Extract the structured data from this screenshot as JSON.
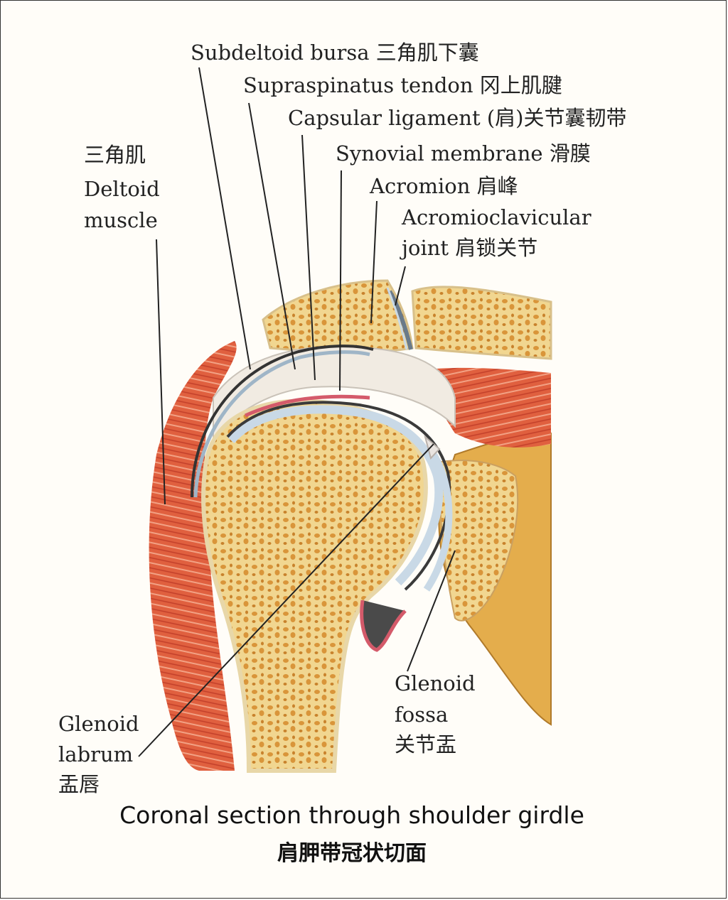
{
  "labels": {
    "subdeltoid_bursa": "Subdeltoid bursa 三角肌下囊",
    "supraspinatus_tendon": "Supraspinatus tendon 冈上肌腱",
    "capsular_ligament": "Capsular ligament (肩)关节囊韧带",
    "synovial_membrane": "Synovial membrane 滑膜",
    "acromion": "Acromion 肩峰",
    "acromioclavicular_line1": "Acromioclavicular",
    "acromioclavicular_line2": "joint 肩锁关节",
    "deltoid_zh": "三角肌",
    "deltoid_en1": "Deltoid",
    "deltoid_en2": "muscle",
    "glenoid_fossa_en1": "Glenoid",
    "glenoid_fossa_en2": "fossa",
    "glenoid_fossa_zh": "关节盂",
    "glenoid_labrum_en1": "Glenoid",
    "glenoid_labrum_en2": "labrum",
    "glenoid_labrum_zh": "盂唇"
  },
  "caption": {
    "en": "Coronal section through shoulder girdle",
    "zh": "肩胛带冠状切面"
  },
  "colors": {
    "muscle": "#d9513a",
    "bone_cortex": "#f3e3a8",
    "cancellous": "#e8b85a",
    "cartilage": "#c9d9e6",
    "synovium": "#d45a6a",
    "scapula": "#e0a642"
  }
}
